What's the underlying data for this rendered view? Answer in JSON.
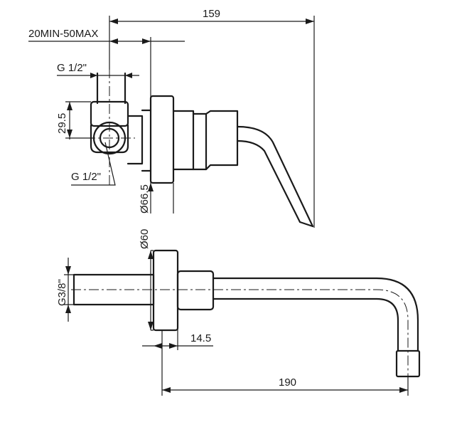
{
  "dimensions": {
    "overall_top": "159",
    "wall_thickness": "20MIN-50MAX",
    "top_inlet_thread": "G 1/2\"",
    "side_inlet_thread": "G 1/2\"",
    "inlet_spacing": "29.5",
    "rosette_diameter_top": "Ø66.5",
    "rosette_diameter_bottom": "Ø60",
    "spout_thread": "G3/8\"",
    "rosette_depth": "14.5",
    "spout_length": "190"
  }
}
